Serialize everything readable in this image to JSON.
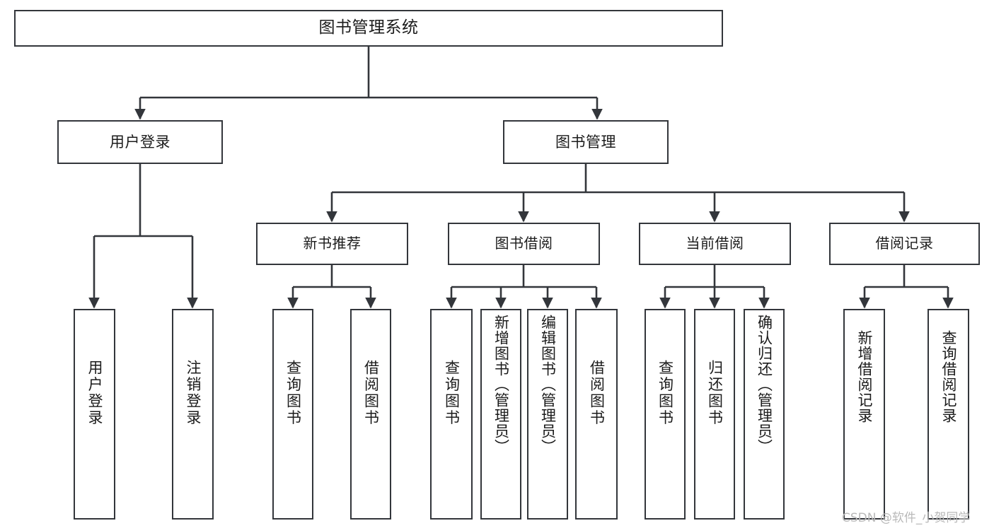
{
  "diagram": {
    "type": "tree-hierarchy",
    "title": "图书管理系统",
    "orientation": "top-down",
    "colors": {
      "box_border": "#33363b",
      "box_fill": "#ffffff",
      "line": "#33363b",
      "text": "#1b1b1b",
      "watermark": "#b9b9b9",
      "background": "#ffffff"
    },
    "nodes": {
      "root": {
        "label": "图书管理系统"
      },
      "level2": [
        {
          "id": "user-login",
          "label": "用户登录"
        },
        {
          "id": "book-management",
          "label": "图书管理"
        }
      ],
      "level3": [
        {
          "id": "new-book-recommend",
          "label": "新书推荐"
        },
        {
          "id": "book-borrow",
          "label": "图书借阅"
        },
        {
          "id": "current-borrow",
          "label": "当前借阅"
        },
        {
          "id": "borrow-record",
          "label": "借阅记录"
        }
      ],
      "leaves": {
        "user_login": [
          {
            "id": "leaf-user-login",
            "label": "用户登录"
          },
          {
            "id": "leaf-logout-login",
            "label": "注销登录"
          }
        ],
        "new_book_recommend": [
          {
            "id": "leaf-query-book-1",
            "label": "查询图书"
          },
          {
            "id": "leaf-borrow-book-1",
            "label": "借阅图书"
          }
        ],
        "book_borrow": [
          {
            "id": "leaf-query-book-2",
            "label": "查询图书"
          },
          {
            "id": "leaf-add-book",
            "label": "新增图书（管理员）"
          },
          {
            "id": "leaf-edit-book",
            "label": "编辑图书（管理员）"
          },
          {
            "id": "leaf-borrow-book-2",
            "label": "借阅图书"
          }
        ],
        "current_borrow": [
          {
            "id": "leaf-query-book-3",
            "label": "查询图书"
          },
          {
            "id": "leaf-return-book",
            "label": "归还图书"
          },
          {
            "id": "leaf-confirm-return",
            "label": "确认归还（管理员）"
          }
        ],
        "borrow_record": [
          {
            "id": "leaf-add-borrow-record",
            "label": "新增借阅记录"
          },
          {
            "id": "leaf-query-borrow-record",
            "label": "查询借阅记录"
          }
        ]
      }
    },
    "watermark": "CSDN @软件_小贺同学"
  }
}
